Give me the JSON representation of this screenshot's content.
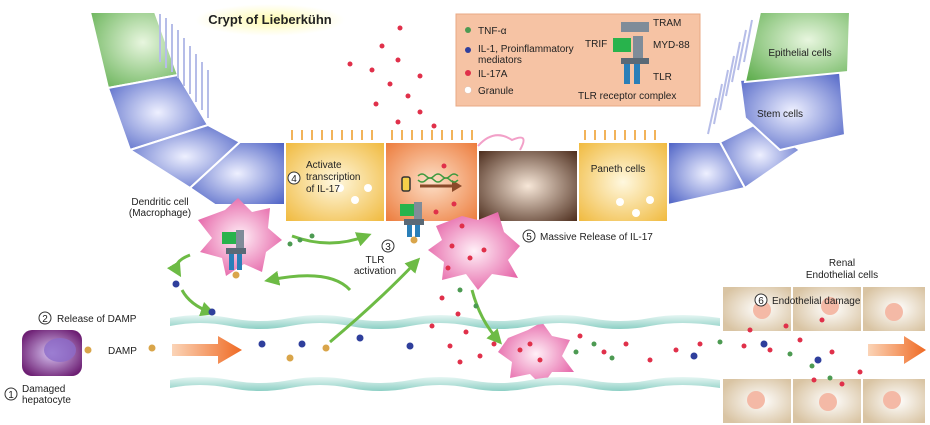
{
  "title": "Crypt of Lieberkühn",
  "legend": {
    "items": [
      {
        "label": "TNF-α",
        "color": "#4c9a52"
      },
      {
        "label": "IL-1, Proinflammatory",
        "label2": "mediators",
        "color": "#2f3f9c"
      },
      {
        "label": "IL-17A",
        "color": "#e0304a"
      },
      {
        "label": "Granule",
        "color": "#ffffff"
      }
    ],
    "complex": {
      "tram": "TRAM",
      "trif": "TRIF",
      "myd88": "MYD-88",
      "tlr": "TLR",
      "caption": "TLR receptor complex"
    },
    "background": "#f6c3a4"
  },
  "cells": {
    "epithelial": "Epithelial cells",
    "stem": "Stem cells",
    "paneth": "Paneth cells",
    "dendritic": [
      "Dendritic cell",
      "(Macrophage)"
    ],
    "renal": [
      "Renal",
      "Endothelial cells"
    ]
  },
  "steps": [
    {
      "num": "1",
      "lines": [
        "Damaged",
        "hepatocyte"
      ]
    },
    {
      "num": "2",
      "lines": [
        "Release of DAMP"
      ]
    },
    {
      "num": "3",
      "lines": [
        "TLR",
        "activation"
      ]
    },
    {
      "num": "4",
      "lines": [
        "Activate",
        "transcription",
        "of IL-17"
      ]
    },
    {
      "num": "5",
      "lines": [
        "Massive Release of IL-17"
      ]
    },
    {
      "num": "6",
      "lines": [
        "Endothelial damage"
      ]
    }
  ],
  "damp_label": "DAMP",
  "colors": {
    "epithelial": "#6cbf5a",
    "stem": "#5b6fd0",
    "paneth": "#f2c24e",
    "activated_cell": "#f29a4a",
    "dendritic": "#ec7fb8",
    "vessel": "#bfe3dd",
    "flow_arrow": "#f07a30",
    "green_arrow": "#6dbb45",
    "hepatocyte": "#8a2f8c",
    "renal": "#e8d7bd"
  }
}
